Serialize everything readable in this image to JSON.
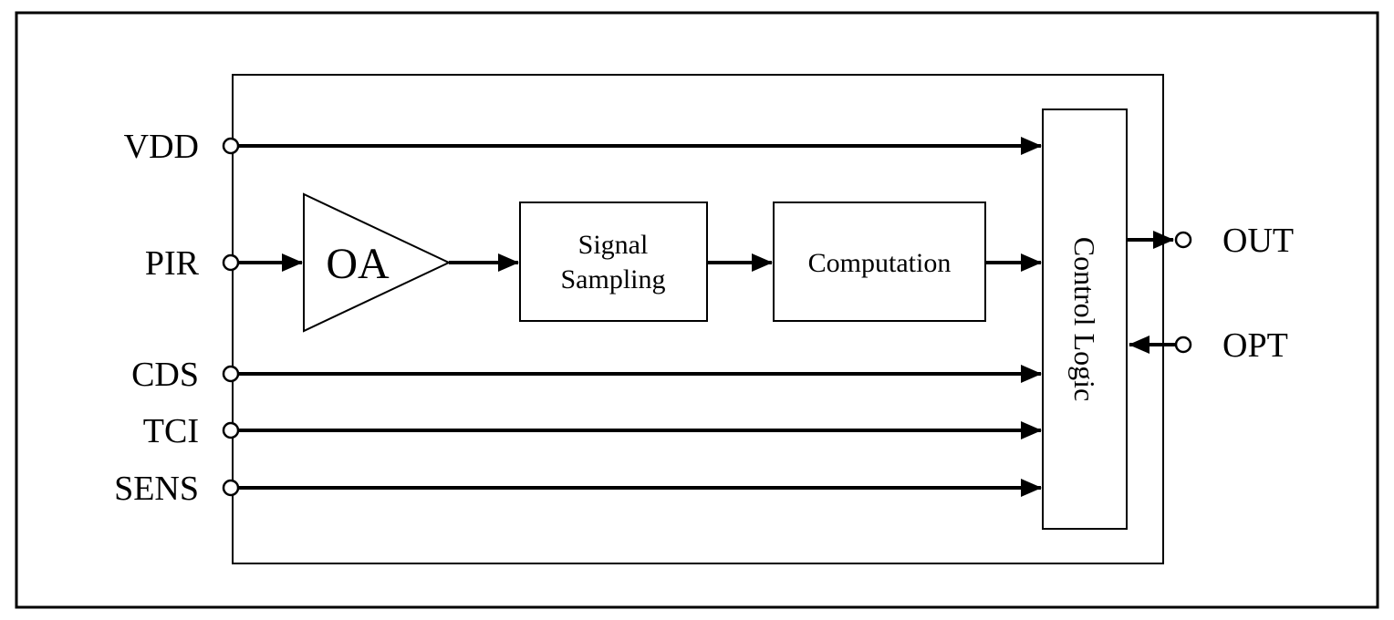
{
  "diagram": {
    "pins_left": [
      {
        "label": "VDD"
      },
      {
        "label": "PIR"
      },
      {
        "label": "CDS"
      },
      {
        "label": "TCI"
      },
      {
        "label": "SENS"
      }
    ],
    "pins_right": [
      {
        "label": "OUT"
      },
      {
        "label": "OPT"
      }
    ],
    "blocks": {
      "amplifier": "OA",
      "signal_sampling_line1": "Signal",
      "signal_sampling_line2": "Sampling",
      "computation": "Computation",
      "control_logic": "Control Logic"
    },
    "colors": {
      "stroke": "#000000",
      "background": "#ffffff"
    }
  }
}
